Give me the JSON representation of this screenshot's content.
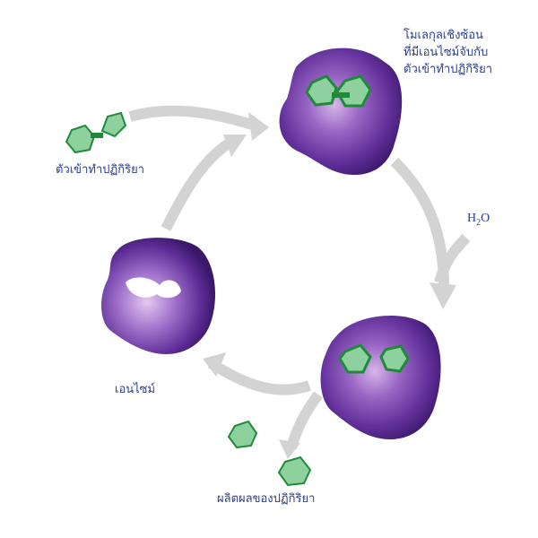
{
  "labels": {
    "complex_line1": "โมเลกุลเชิงซ้อน",
    "complex_line2": "ที่มีเอนไซม์จับกับ",
    "complex_line3": "ตัวเข้าทำปฏิกิริยา",
    "substrate": "ตัวเข้าทำปฏิกิริยา",
    "enzyme": "เอนไซม์",
    "products": "ผลิตผลของปฏิกิริยา",
    "water_main": "H",
    "water_sub": "2",
    "water_tail": "O"
  },
  "colors": {
    "enzyme": "#5b2a8c",
    "enzyme_light": "#b58ad2",
    "molecule_light": "#8fd19e",
    "molecule_dark": "#1f8a3a",
    "arrow": "#d2d2d2",
    "text": "#2b3f8f"
  }
}
